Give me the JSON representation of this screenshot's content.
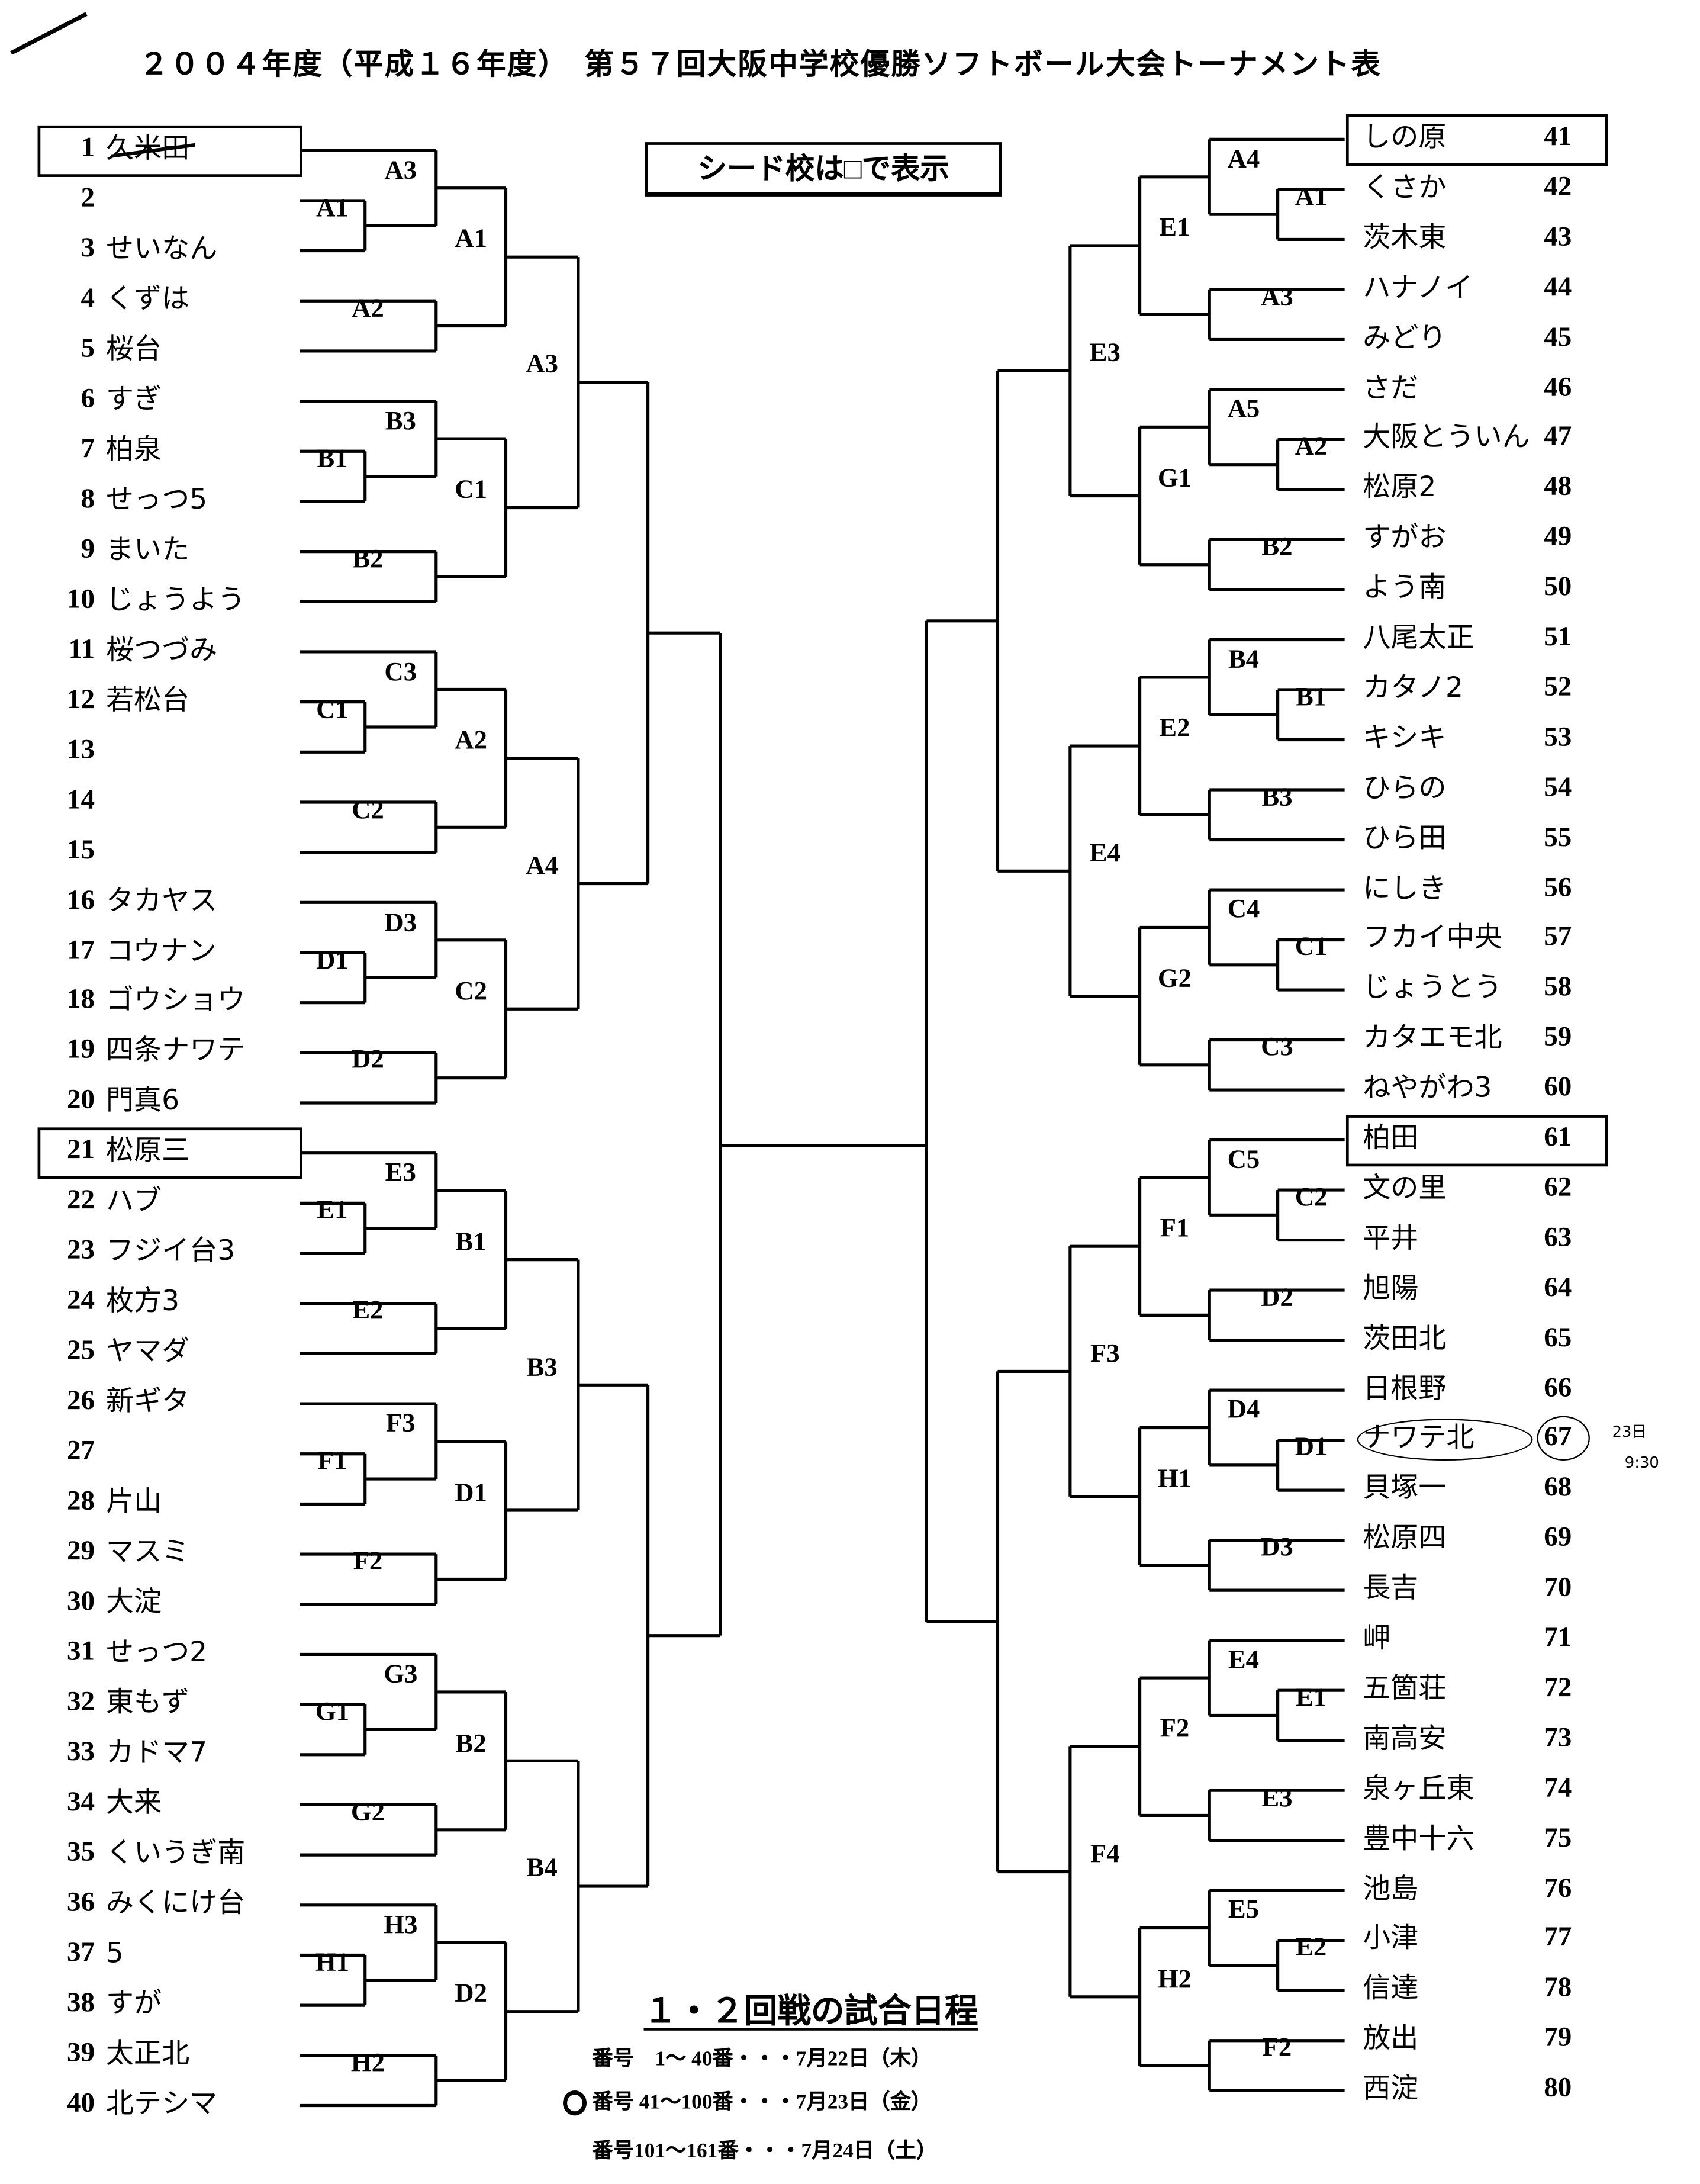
{
  "title": "２００４年度（平成１６年度）　第５７回大阪中学校優勝ソフトボール大会トーナメント表",
  "seed_note": "シード校は□で表示",
  "left": {
    "teams": [
      {
        "no": "1",
        "name": "久米田",
        "seed": true
      },
      {
        "no": "2",
        "name": ""
      },
      {
        "no": "3",
        "name": "せいなん"
      },
      {
        "no": "4",
        "name": "くずは"
      },
      {
        "no": "5",
        "name": "桜台"
      },
      {
        "no": "6",
        "name": "すぎ"
      },
      {
        "no": "7",
        "name": "柏泉"
      },
      {
        "no": "8",
        "name": "せっつ5"
      },
      {
        "no": "9",
        "name": "まいた"
      },
      {
        "no": "10",
        "name": "じょうよう"
      },
      {
        "no": "11",
        "name": "桜つづみ"
      },
      {
        "no": "12",
        "name": "若松台"
      },
      {
        "no": "13",
        "name": ""
      },
      {
        "no": "14",
        "name": ""
      },
      {
        "no": "15",
        "name": ""
      },
      {
        "no": "16",
        "name": "タカヤス"
      },
      {
        "no": "17",
        "name": "コウナン"
      },
      {
        "no": "18",
        "name": "ゴウショウ"
      },
      {
        "no": "19",
        "name": "四条ナワテ"
      },
      {
        "no": "20",
        "name": "門真6"
      },
      {
        "no": "21",
        "name": "松原三",
        "seed": true
      },
      {
        "no": "22",
        "name": "ハブ"
      },
      {
        "no": "23",
        "name": "フジイ台3"
      },
      {
        "no": "24",
        "name": "枚方3"
      },
      {
        "no": "25",
        "name": "ヤマダ"
      },
      {
        "no": "26",
        "name": "新ギタ"
      },
      {
        "no": "27",
        "name": ""
      },
      {
        "no": "28",
        "name": "片山"
      },
      {
        "no": "29",
        "name": "マスミ"
      },
      {
        "no": "30",
        "name": "大淀"
      },
      {
        "no": "31",
        "name": "せっつ2"
      },
      {
        "no": "32",
        "name": "東もず"
      },
      {
        "no": "33",
        "name": "カドマ7"
      },
      {
        "no": "34",
        "name": "大来"
      },
      {
        "no": "35",
        "name": "くいうぎ南"
      },
      {
        "no": "36",
        "name": "みくにけ台"
      },
      {
        "no": "37",
        "name": "5"
      },
      {
        "no": "38",
        "name": "すが"
      },
      {
        "no": "39",
        "name": "太正北"
      },
      {
        "no": "40",
        "name": "北テシマ"
      }
    ],
    "blocks": [
      [
        "A1",
        "A3",
        "A2",
        "A1"
      ],
      [
        "B1",
        "B3",
        "B2",
        "C1"
      ],
      [
        "C1",
        "C3",
        "C2",
        "A2"
      ],
      [
        "D1",
        "D3",
        "D2",
        "C2"
      ],
      [
        "E1",
        "E3",
        "E2",
        "B1"
      ],
      [
        "F1",
        "F3",
        "F2",
        "D1"
      ],
      [
        "G1",
        "G3",
        "G2",
        "B2"
      ],
      [
        "H1",
        "H3",
        "H2",
        "D2"
      ]
    ],
    "level_labels": [
      "A3",
      "A4",
      "B3",
      "B4"
    ]
  },
  "right": {
    "teams": [
      {
        "no": "41",
        "name": "しの原",
        "seed": true
      },
      {
        "no": "42",
        "name": "くさか"
      },
      {
        "no": "43",
        "name": "茨木東"
      },
      {
        "no": "44",
        "name": "ハナノイ"
      },
      {
        "no": "45",
        "name": "みどり"
      },
      {
        "no": "46",
        "name": "さだ"
      },
      {
        "no": "47",
        "name": "大阪とういん"
      },
      {
        "no": "48",
        "name": "松原2"
      },
      {
        "no": "49",
        "name": "すがお"
      },
      {
        "no": "50",
        "name": "よう南"
      },
      {
        "no": "51",
        "name": "八尾太正"
      },
      {
        "no": "52",
        "name": "カタノ2"
      },
      {
        "no": "53",
        "name": "キシキ"
      },
      {
        "no": "54",
        "name": "ひらの"
      },
      {
        "no": "55",
        "name": "ひら田"
      },
      {
        "no": "56",
        "name": "にしき"
      },
      {
        "no": "57",
        "name": "フカイ中央"
      },
      {
        "no": "58",
        "name": "じょうとう"
      },
      {
        "no": "59",
        "name": "カタエモ北"
      },
      {
        "no": "60",
        "name": "ねやがわ3"
      },
      {
        "no": "61",
        "name": "柏田",
        "seed": true
      },
      {
        "no": "62",
        "name": "文の里"
      },
      {
        "no": "63",
        "name": "平井"
      },
      {
        "no": "64",
        "name": "旭陽"
      },
      {
        "no": "65",
        "name": "茨田北"
      },
      {
        "no": "66",
        "name": "日根野"
      },
      {
        "no": "67",
        "name": "ナワテ北",
        "circled": true
      },
      {
        "no": "68",
        "name": "貝塚一"
      },
      {
        "no": "69",
        "name": "松原四"
      },
      {
        "no": "70",
        "name": "長吉"
      },
      {
        "no": "71",
        "name": "岬"
      },
      {
        "no": "72",
        "name": "五箇荘"
      },
      {
        "no": "73",
        "name": "南高安"
      },
      {
        "no": "74",
        "name": "泉ヶ丘東"
      },
      {
        "no": "75",
        "name": "豊中十六"
      },
      {
        "no": "76",
        "name": "池島"
      },
      {
        "no": "77",
        "name": "小津"
      },
      {
        "no": "78",
        "name": "信達"
      },
      {
        "no": "79",
        "name": "放出"
      },
      {
        "no": "80",
        "name": "西淀"
      }
    ],
    "blocks": [
      [
        "A1",
        "A4",
        "A3",
        "E1"
      ],
      [
        "A2",
        "A5",
        "B2",
        "G1"
      ],
      [
        "B1",
        "B4",
        "B3",
        "E2"
      ],
      [
        "C1",
        "C4",
        "C3",
        "G2"
      ],
      [
        "C2",
        "C5",
        "D2",
        "F1"
      ],
      [
        "D1",
        "D4",
        "D3",
        "H1"
      ],
      [
        "E1",
        "E4",
        "E3",
        "F2"
      ],
      [
        "E2",
        "E5",
        "F2",
        "H2"
      ]
    ],
    "level_labels": [
      "E3",
      "E4",
      "F3",
      "F4"
    ]
  },
  "annotation_67": {
    "line1": "23日",
    "line2": "9:30"
  },
  "schedule": {
    "title": "１・２回戦の試合日程",
    "rows": [
      "番号　1～ 40番・・・7月22日（木）",
      "番号 41～100番・・・7月23日（金）",
      "番号101～161番・・・7月24日（土）"
    ]
  }
}
